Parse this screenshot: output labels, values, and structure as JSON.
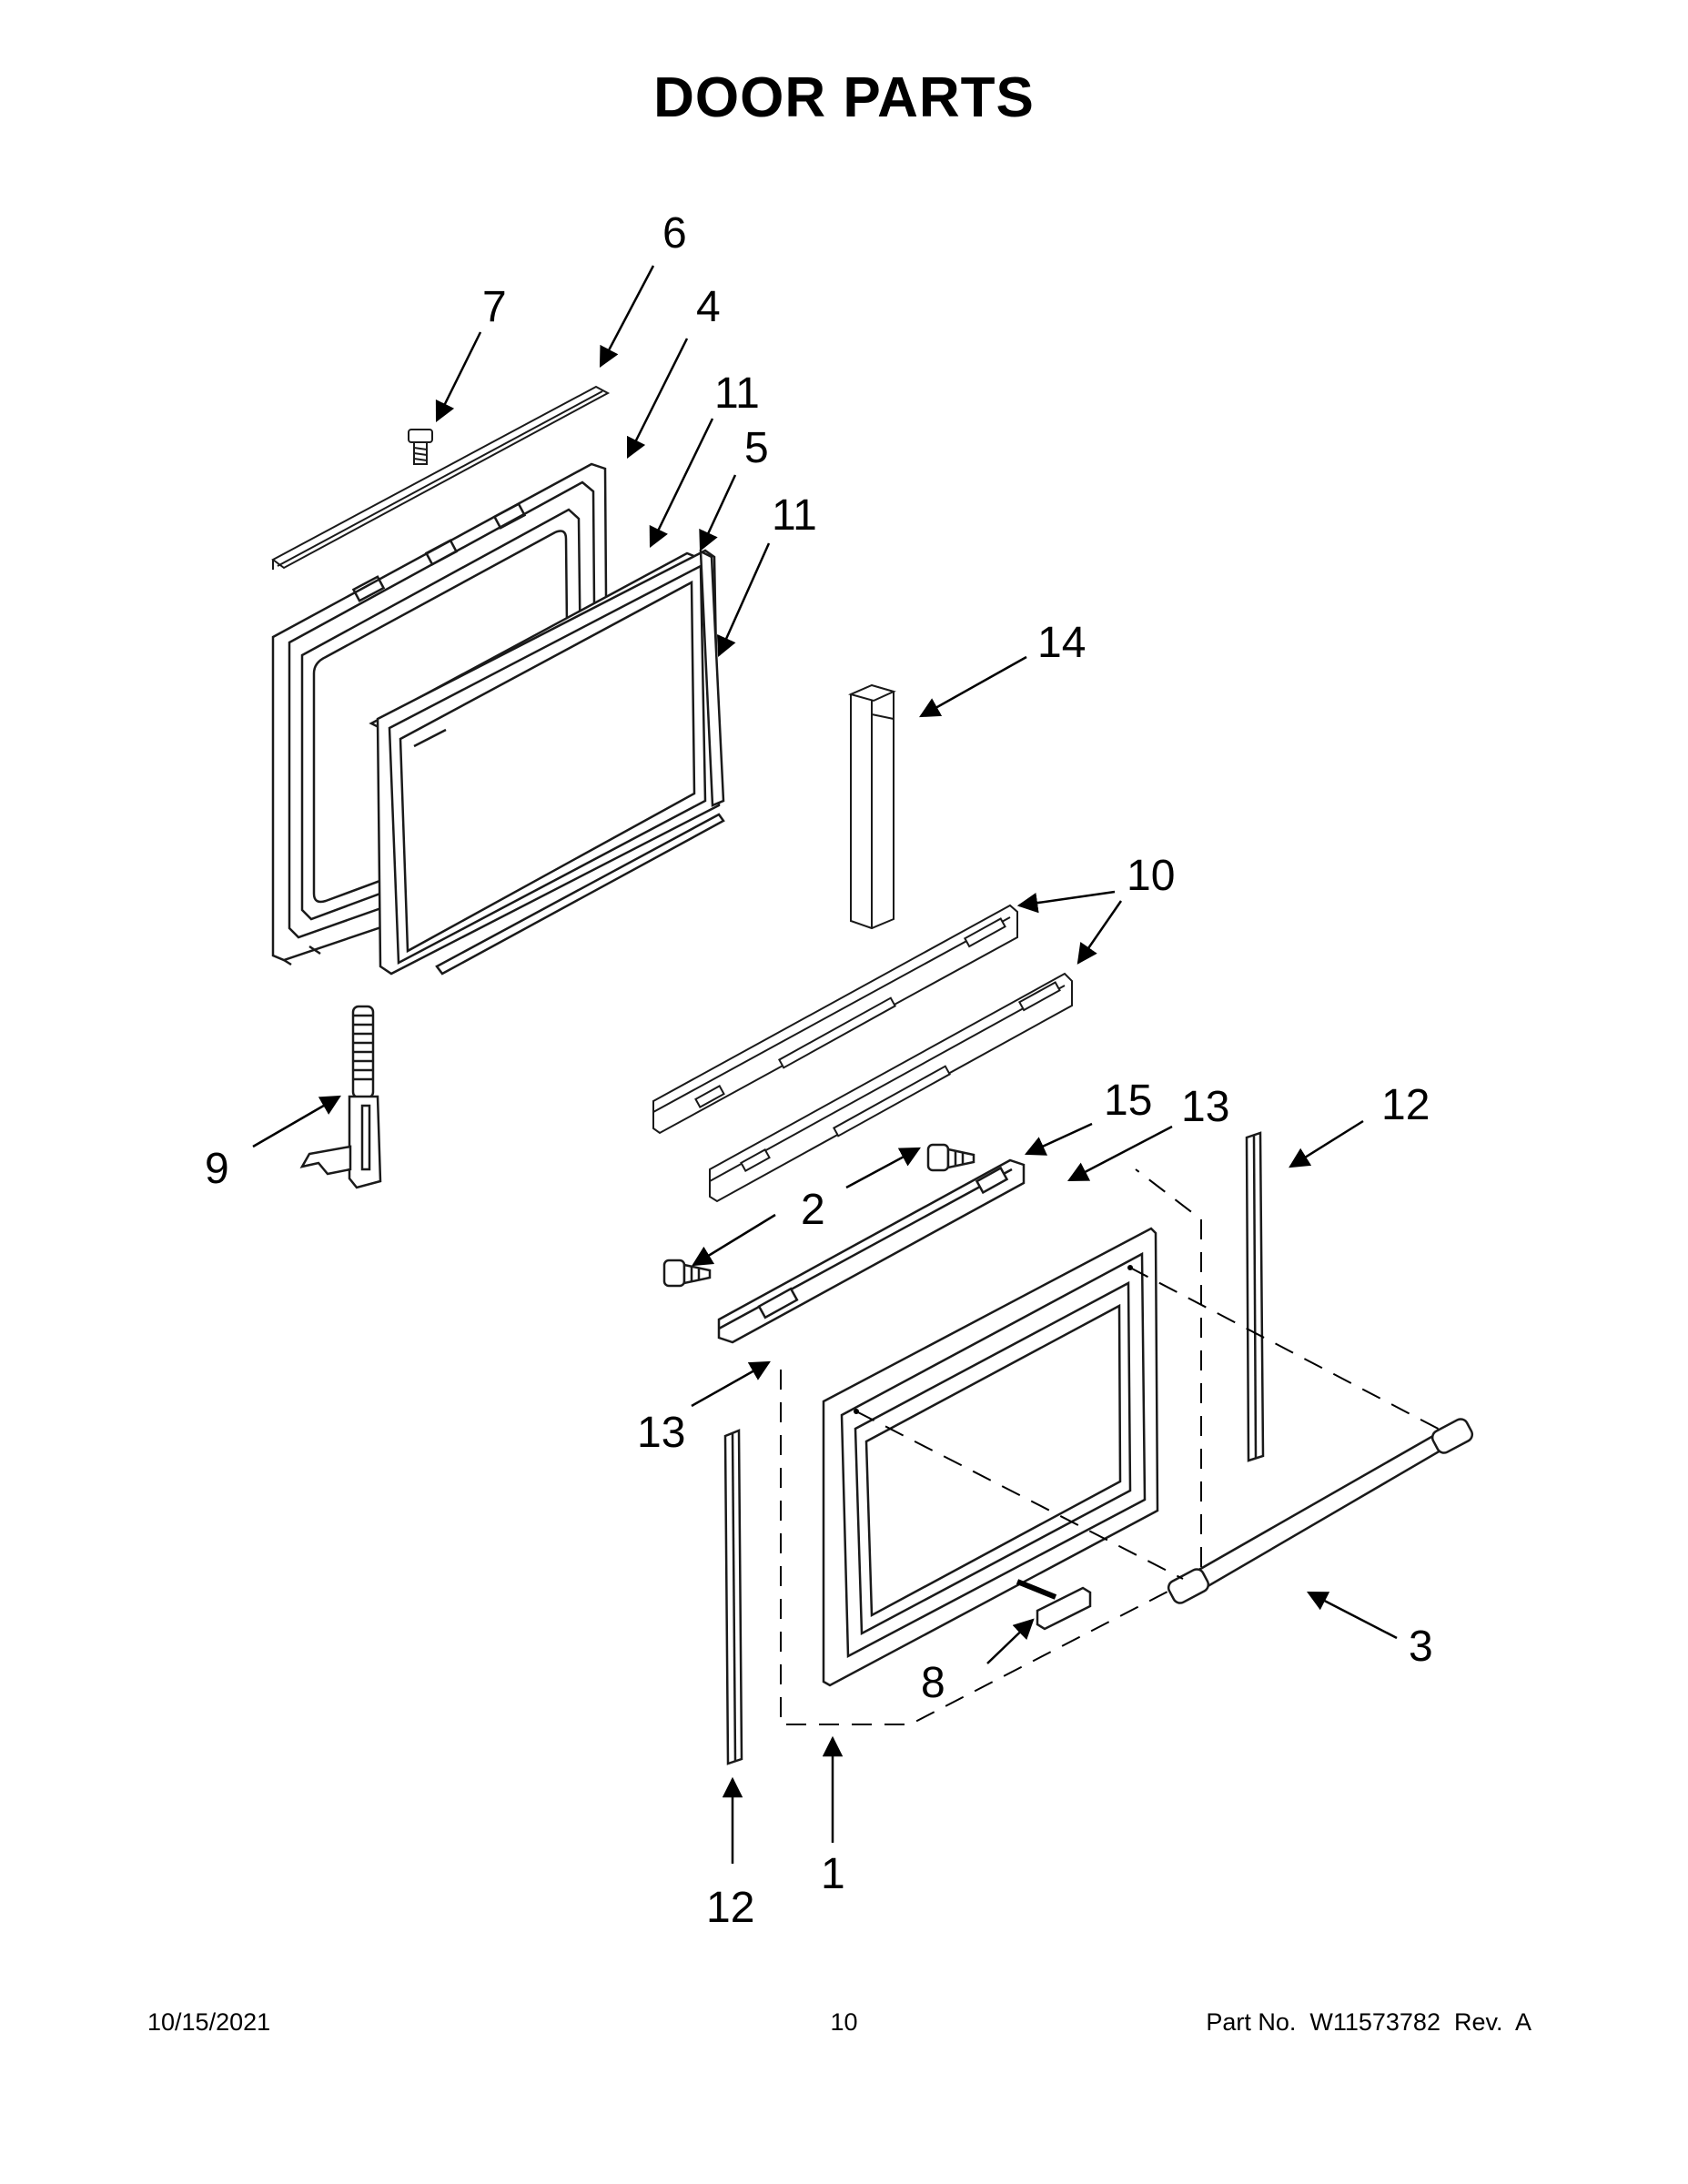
{
  "title": "DOOR PARTS",
  "callouts": {
    "c1": "1",
    "c2": "2",
    "c3": "3",
    "c4": "4",
    "c5": "5",
    "c6": "6",
    "c7": "7",
    "c8": "8",
    "c9": "9",
    "c10": "10",
    "c11a": "11",
    "c11b": "11",
    "c12a": "12",
    "c12b": "12",
    "c13a": "13",
    "c13b": "13",
    "c14": "14",
    "c15": "15"
  },
  "footer": {
    "date": "10/15/2021",
    "page": "10",
    "part": "Part No.  W11573782  Rev.  A"
  }
}
